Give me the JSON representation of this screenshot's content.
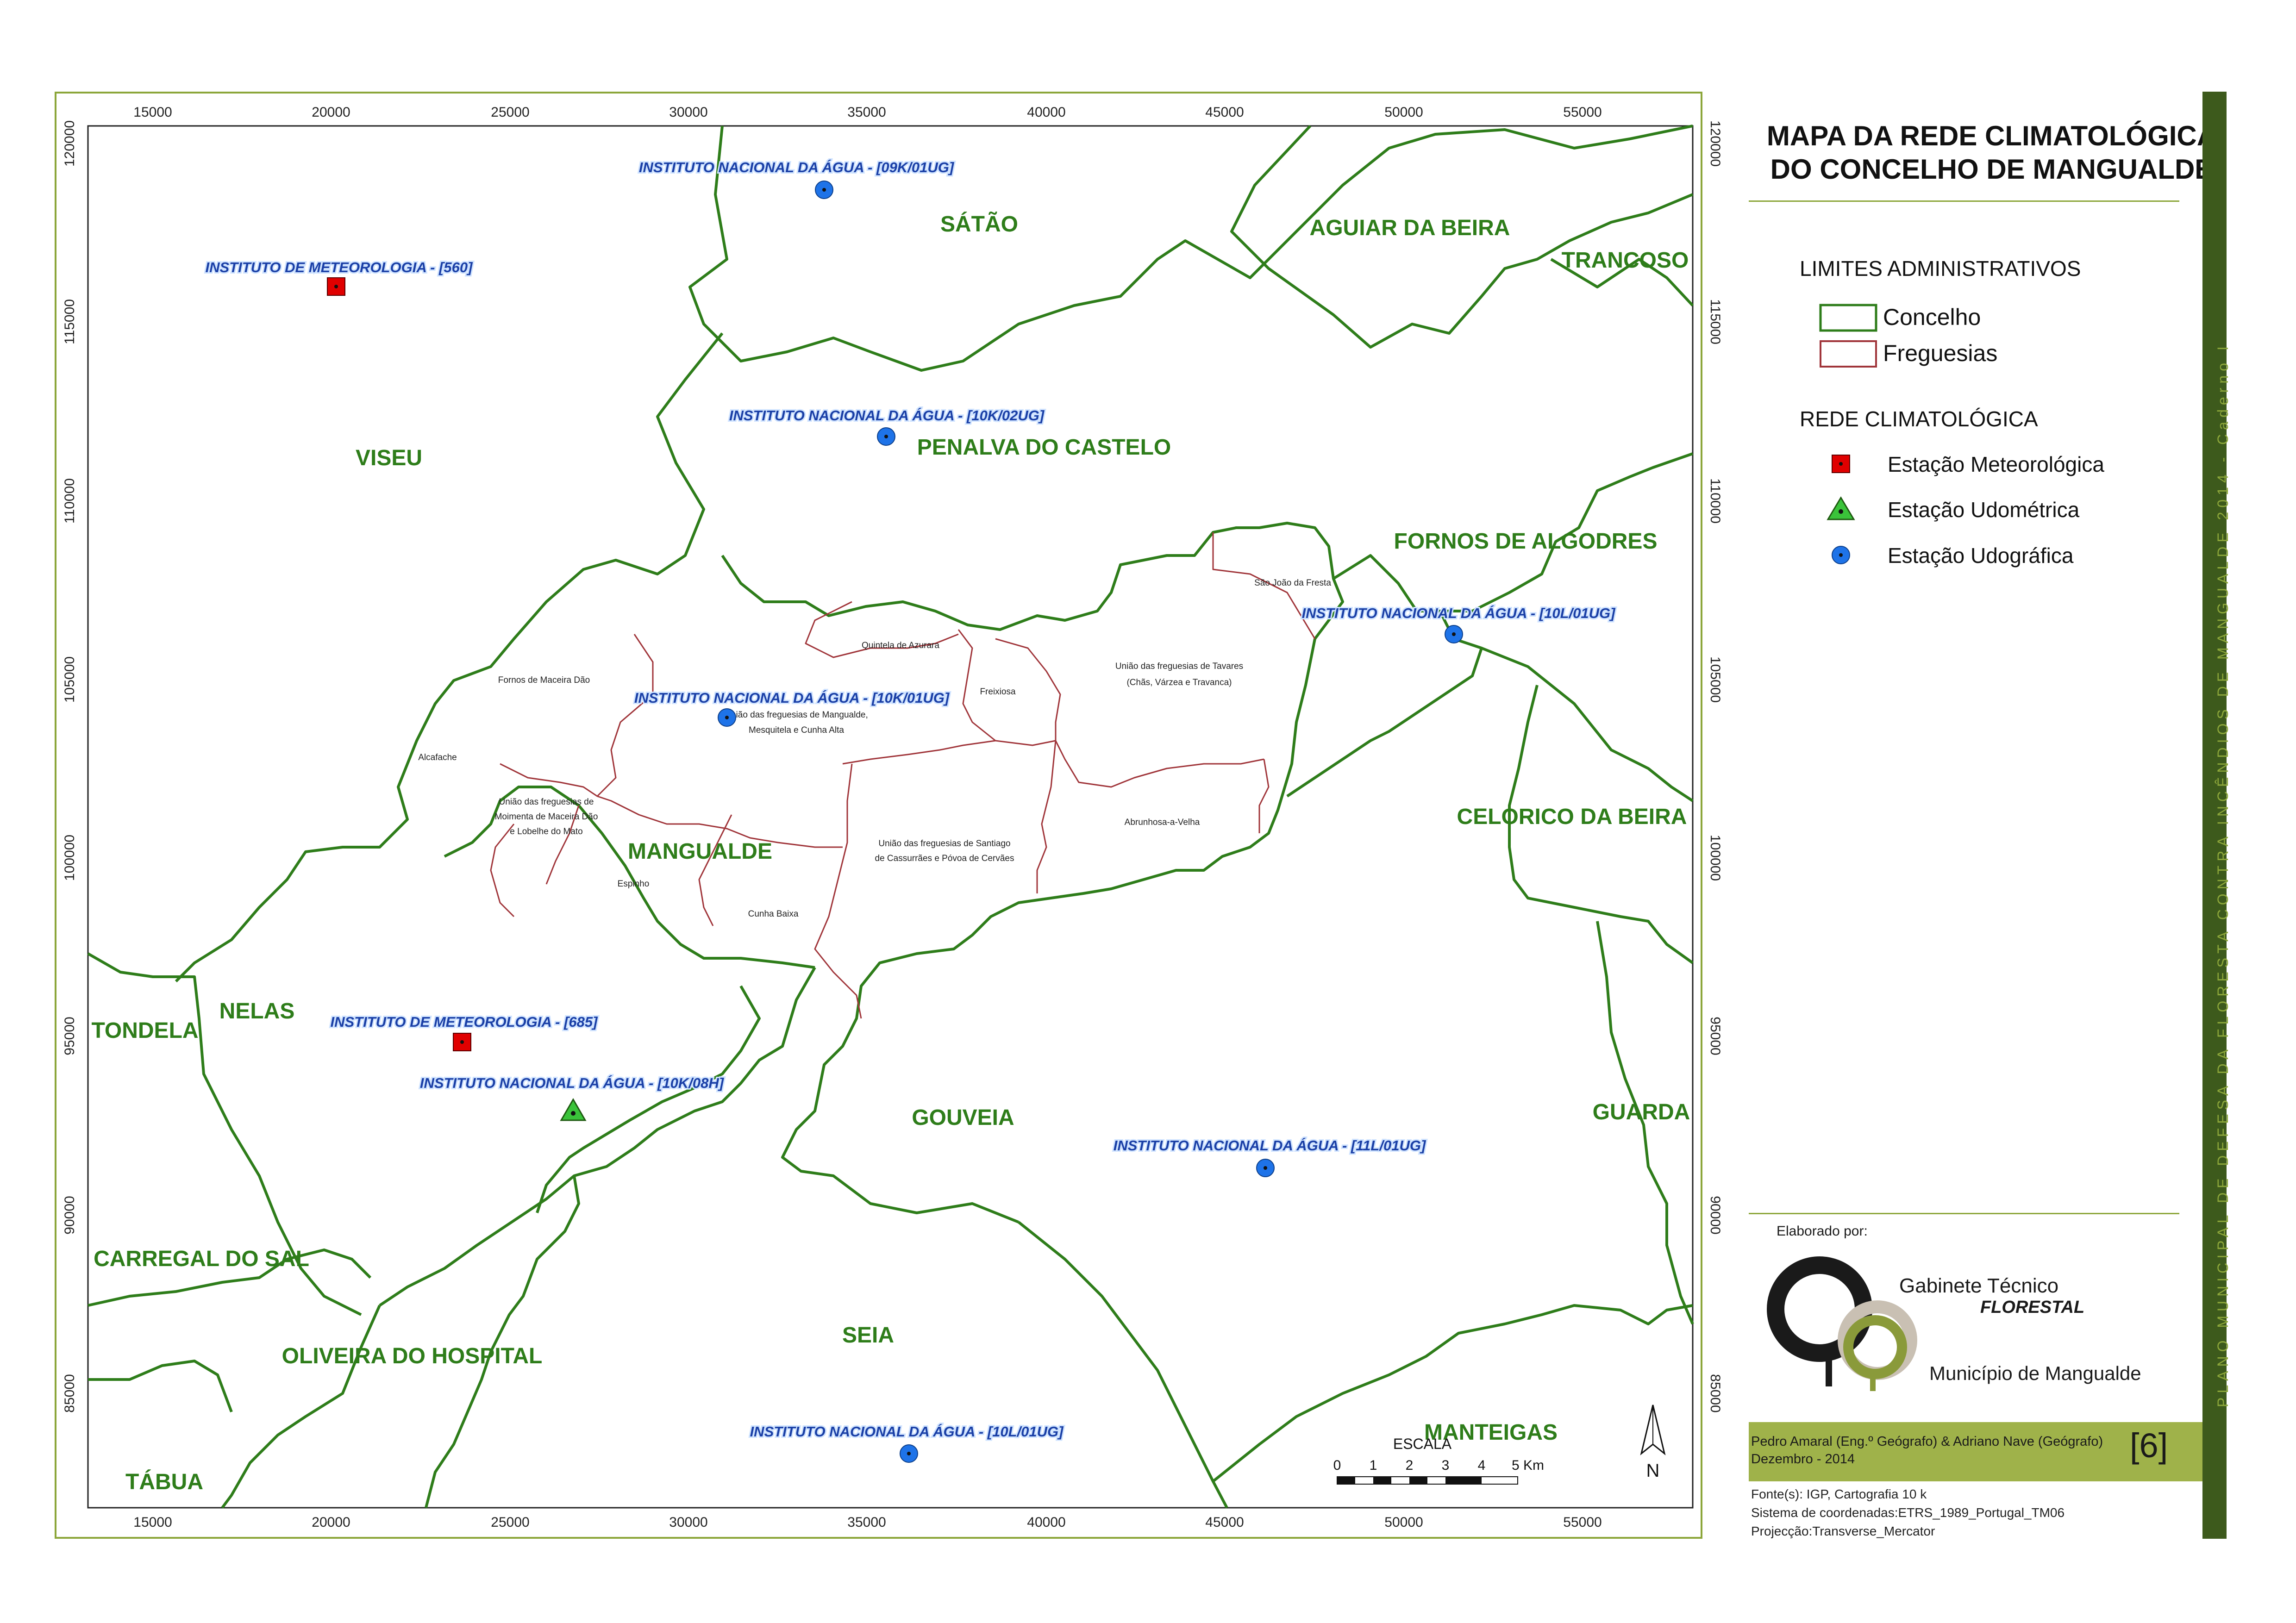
{
  "map": {
    "title_line1": "MAPA DA REDE CLIMATOLÓGICA",
    "title_line2": "DO CONCELHO DE MANGUALDE",
    "x_ticks": [
      "15000",
      "20000",
      "25000",
      "30000",
      "35000",
      "40000",
      "45000",
      "50000",
      "55000"
    ],
    "y_ticks": [
      "120000",
      "115000",
      "110000",
      "105000",
      "100000",
      "95000",
      "90000",
      "85000"
    ],
    "concelhos": [
      {
        "name": "SÁTÃO"
      },
      {
        "name": "AGUIAR DA BEIRA"
      },
      {
        "name": "TRANCOSO"
      },
      {
        "name": "VISEU"
      },
      {
        "name": "PENALVA DO CASTELO"
      },
      {
        "name": "FORNOS DE ALGODRES"
      },
      {
        "name": "CELORICO DA BEIRA"
      },
      {
        "name": "MANGUALDE"
      },
      {
        "name": "NELAS"
      },
      {
        "name": "TONDELA"
      },
      {
        "name": "GOUVEIA"
      },
      {
        "name": "GUARDA"
      },
      {
        "name": "CARREGAL DO SAL"
      },
      {
        "name": "OLIVEIRA DO HOSPITAL"
      },
      {
        "name": "SEIA"
      },
      {
        "name": "MANTEIGAS"
      },
      {
        "name": "TÁBUA"
      }
    ],
    "freguesias": [
      {
        "name": "São João da Fresta"
      },
      {
        "name": "Quintela de Azurara"
      },
      {
        "name": "Fornos de Maceira Dão"
      },
      {
        "name": "União das freguesias de Tavares"
      },
      {
        "name": "(Chãs, Várzea e Travanca)"
      },
      {
        "name": "Freixiosa"
      },
      {
        "name": "União das freguesias de Mangualde,"
      },
      {
        "name": "Mesquitela e Cunha Alta"
      },
      {
        "name": "Alcafache"
      },
      {
        "name": "União das freguesias de"
      },
      {
        "name": "Moimenta de Maceira Dão"
      },
      {
        "name": "e Lobelhe do Mato"
      },
      {
        "name": "Abrunhosa-a-Velha"
      },
      {
        "name": "União das freguesias de Santiago"
      },
      {
        "name": "de Cassurrães e Póvoa de Cervães"
      },
      {
        "name": "Espinho"
      },
      {
        "name": "Cunha Baixa"
      }
    ],
    "stations": [
      {
        "label": "INSTITUTO NACIONAL DA ÁGUA - [09K/01UG]",
        "type": "udografica"
      },
      {
        "label": "INSTITUTO DE METEOROLOGIA - [560]",
        "type": "meteorologica"
      },
      {
        "label": "INSTITUTO NACIONAL DA ÁGUA - [10K/02UG]",
        "type": "udografica"
      },
      {
        "label": "INSTITUTO NACIONAL DA ÁGUA - [10L/01UG]",
        "type": "udografica"
      },
      {
        "label": "INSTITUTO NACIONAL DA ÁGUA - [10K/01UG]",
        "type": "udografica"
      },
      {
        "label": "INSTITUTO DE METEOROLOGIA - [685]",
        "type": "meteorologica"
      },
      {
        "label": "INSTITUTO NACIONAL DA ÁGUA - [10K/08H]",
        "type": "udometrica"
      },
      {
        "label": "INSTITUTO NACIONAL DA ÁGUA - [11L/01UG]",
        "type": "udografica"
      },
      {
        "label": "INSTITUTO NACIONAL DA ÁGUA - [10L/01UG]",
        "type": "udografica"
      }
    ],
    "scale": {
      "label": "ESCALA",
      "ticks": [
        "0",
        "1",
        "2",
        "3",
        "4",
        "5 Km"
      ]
    },
    "north": "N"
  },
  "legend": {
    "limits_head": "LIMITES ADMINISTRATIVOS",
    "concelho": "Concelho",
    "freguesias": "Freguesias",
    "network_head": "REDE CLIMATOLÓGICA",
    "met": "Estação Meteorológica",
    "udomet": "Estação Udométrica",
    "udograf": "Estação Udográfica"
  },
  "credits": {
    "elaborado": "Elaborado por:",
    "gab1": "Gabinete Técnico",
    "gab2": "FLORESTAL",
    "municipio": "Município de Mangualde",
    "authors": "Pedro Amaral (Eng.º Geógrafo) & Adriano Nave (Geógrafo)",
    "date": "Dezembro - 2014",
    "map_number": "[6]",
    "source1": "Fonte(s): IGP, Cartografia 10 k",
    "source2": "Sistema de coordenadas:ETRS_1989_Portugal_TM06",
    "source3": "Projecção:Transverse_Mercator"
  },
  "sidebar": "PLANO MUNICIPAL DE DEFESA DA FLORESTA CONTRA INCÊNDIOS DE MANGUALDE 2014 - Caderno I",
  "colors": {
    "concelho_line": "#2e7d1a",
    "freguesia_line": "#a0353a",
    "meteorologica": "#e00000",
    "udometrica": "#3ac33a",
    "udografica": "#1e73e8",
    "accent": "#8ca63a"
  }
}
